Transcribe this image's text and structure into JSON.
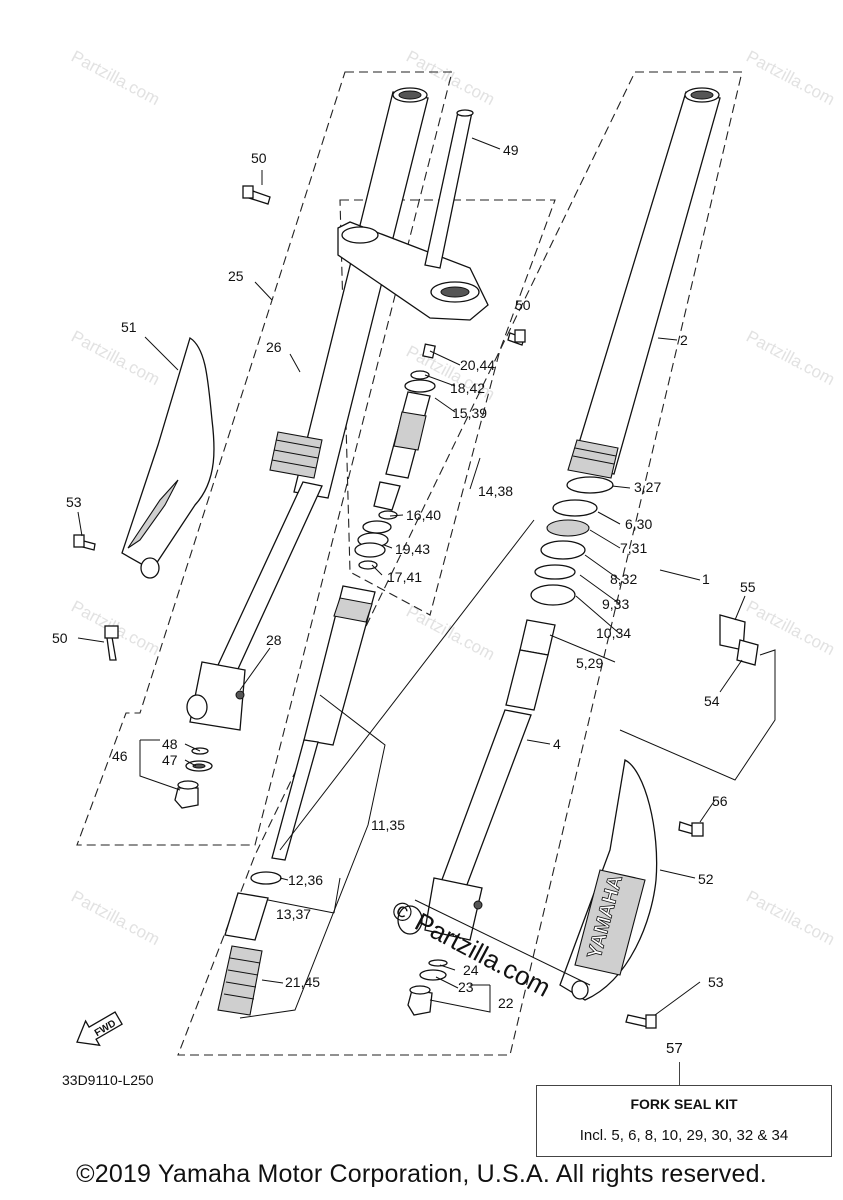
{
  "diagram": {
    "code": "33D9110-L250",
    "fwd_label": "FWD",
    "copyright": "©2019 Yamaha Motor Corporation, U.S.A. All rights reserved.",
    "watermark": "Partzilla.com",
    "watermark_center": "© Partzilla.com",
    "brand_on_guard": "YAMAHA",
    "kit": {
      "number": "57",
      "title": "FORK SEAL KIT",
      "text": "Incl. 5, 6, 8, 10, 29, 30, 32 & 34"
    },
    "callouts": [
      "50",
      "49",
      "25",
      "26",
      "51",
      "53",
      "50",
      "28",
      "48",
      "47",
      "46",
      "20,44",
      "18,42",
      "15,39",
      "14,38",
      "16,40",
      "19,43",
      "17,41",
      "11,35",
      "12,36",
      "13,37",
      "21,45",
      "50",
      "2",
      "3,27",
      "6,30",
      "7,31",
      "8,32",
      "1",
      "9,33",
      "10,34",
      "5,29",
      "4",
      "55",
      "54",
      "56",
      "52",
      "53",
      "24",
      "23",
      "22"
    ]
  }
}
